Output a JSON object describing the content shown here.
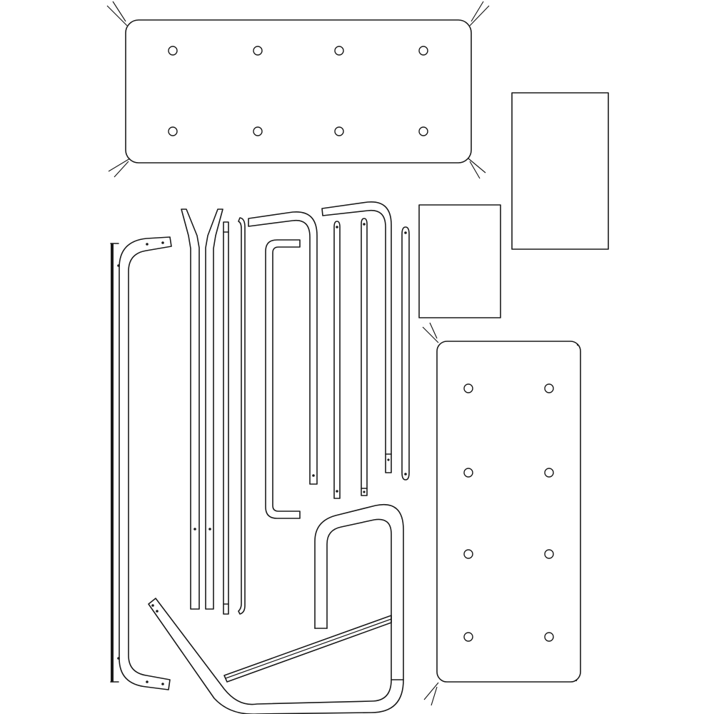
{
  "figure": {
    "description_visible_text": "",
    "colors": {
      "line": "#1a1a1a",
      "background": "#ffffff"
    },
    "components": [
      {
        "id": "tabletop-upper",
        "kind": "panel",
        "holes": 8
      },
      {
        "id": "panel-rect-large",
        "kind": "sheet"
      },
      {
        "id": "panel-rect-small",
        "kind": "sheet"
      },
      {
        "id": "tabletop-lower",
        "kind": "panel",
        "holes": 8
      },
      {
        "id": "frame-c-tube",
        "kind": "tube"
      },
      {
        "id": "leg-forked-a",
        "kind": "tube"
      },
      {
        "id": "leg-forked-b",
        "kind": "tube"
      },
      {
        "id": "rod-thin-a",
        "kind": "rod"
      },
      {
        "id": "rod-thin-b",
        "kind": "rod"
      },
      {
        "id": "tube-hook-long",
        "kind": "tube"
      },
      {
        "id": "tube-bracket",
        "kind": "tube"
      },
      {
        "id": "rod-pin-a",
        "kind": "rod"
      },
      {
        "id": "rod-pin-b",
        "kind": "rod"
      },
      {
        "id": "tube-hook-short",
        "kind": "tube"
      },
      {
        "id": "rod-pin-c",
        "kind": "rod"
      },
      {
        "id": "frame-u-loop",
        "kind": "tube"
      },
      {
        "id": "frame-bottom-brace",
        "kind": "tube"
      }
    ]
  }
}
